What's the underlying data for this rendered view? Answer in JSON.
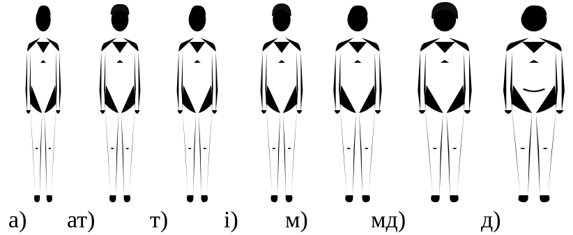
{
  "figure": {
    "panels": [
      {
        "id": "a",
        "label": "а)"
      },
      {
        "id": "at",
        "label": "ат)"
      },
      {
        "id": "t",
        "label": "т)"
      },
      {
        "id": "i",
        "label": "і)"
      },
      {
        "id": "m",
        "label": "м)"
      },
      {
        "id": "md",
        "label": "мд)"
      },
      {
        "id": "d",
        "label": "д)"
      }
    ]
  }
}
